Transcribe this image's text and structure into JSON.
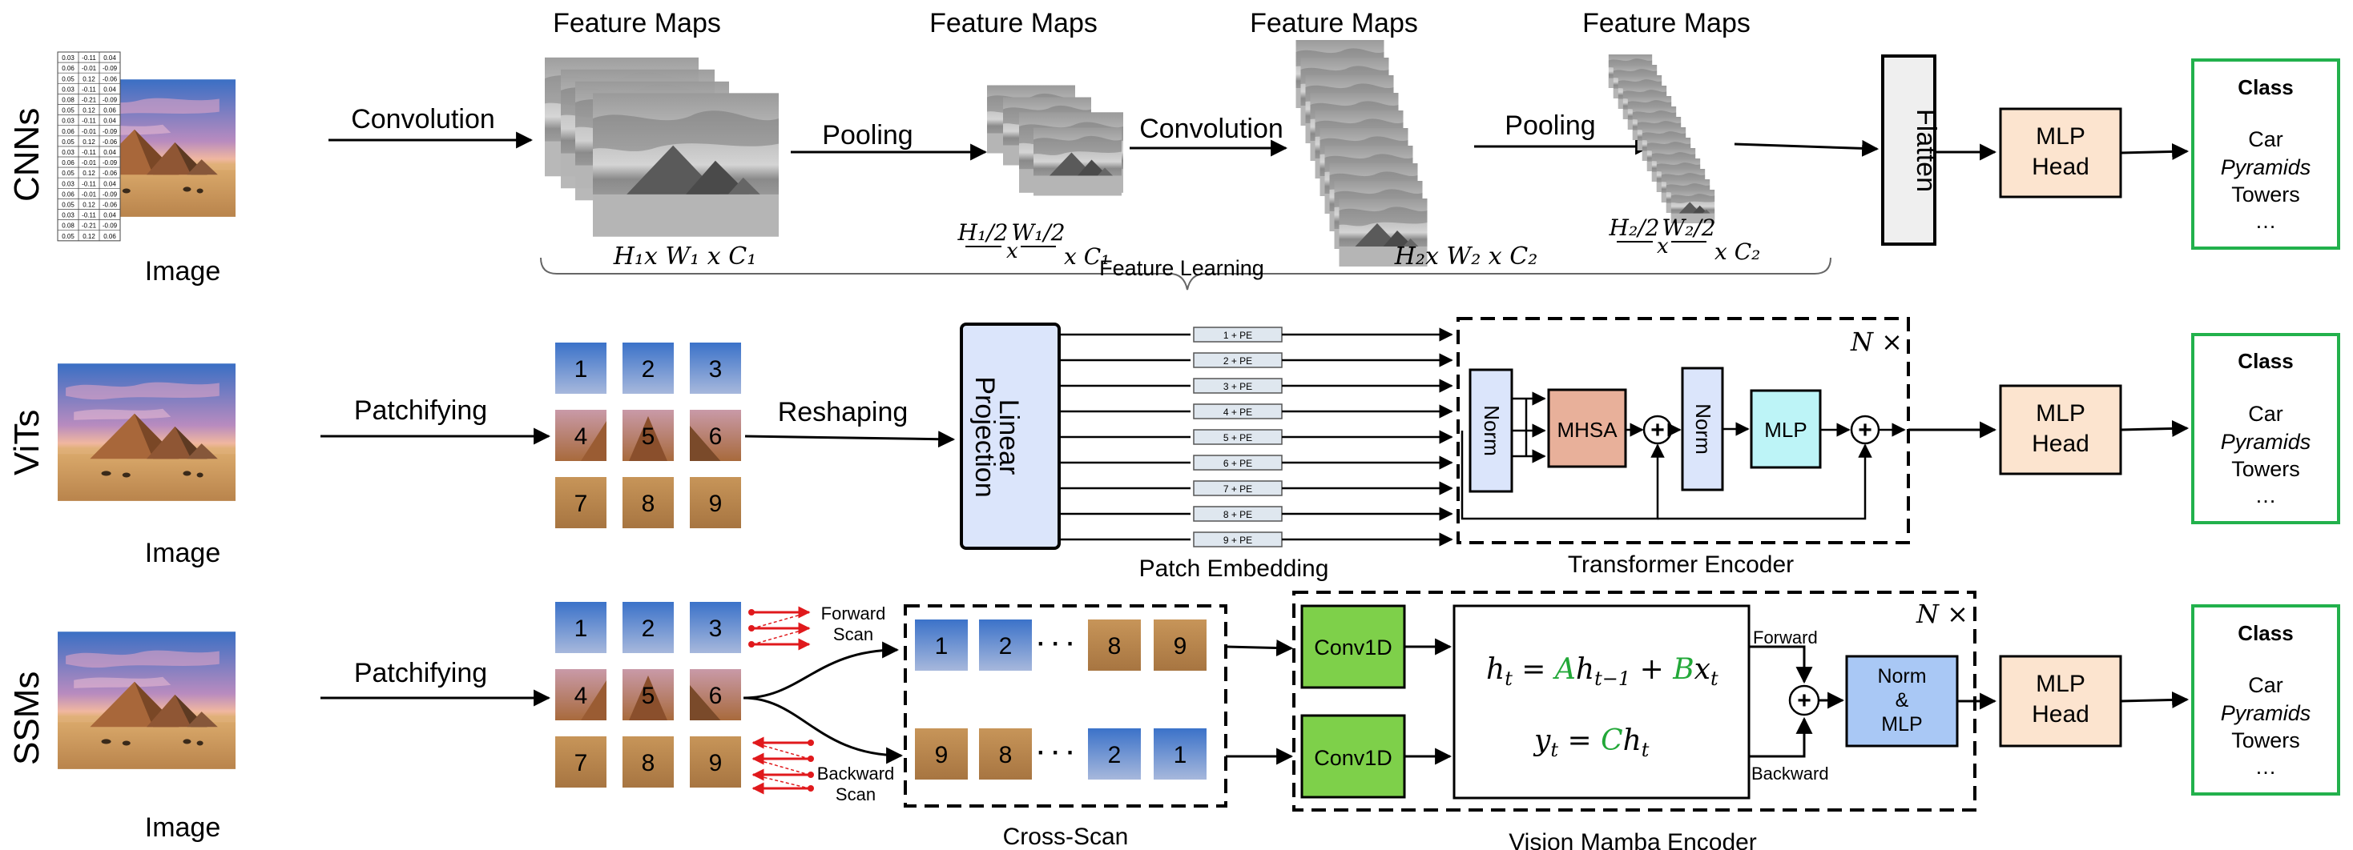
{
  "rows": {
    "cnn": "CNNs",
    "vit": "ViTs",
    "ssm": "SSMs"
  },
  "image_label": "Image",
  "cnn": {
    "convolution_1": "Convolution",
    "pooling_1": "Pooling",
    "convolution_2": "Convolution",
    "pooling_2": "Pooling",
    "feature_maps": "Feature Maps",
    "dim1": "H₁x W₁ x C₁",
    "dim2_left": "H₁/2",
    "dim2_mid": "W₁/2",
    "dim2_right": "x C₁",
    "dim3": "H₂x W₂ x C₂",
    "dim4_left": "H₂/2",
    "dim4_mid": "W₂/2",
    "dim4_right": "x C₂",
    "feature_learning": "Feature Learning",
    "flatten": "Flatten",
    "matrix_values": [
      "0.03",
      "-0.11",
      "0.04",
      "0.06",
      "-0.01",
      "-0.09",
      "0.05",
      "0.12",
      "-0.06",
      "0.03",
      "-0.11",
      "0.04",
      "0.08",
      "-0.21",
      "-0.09",
      "0.05",
      "0.12",
      "0.06",
      "0.03",
      "-0.11",
      "0.04",
      "0.06",
      "-0.01",
      "-0.09",
      "0.05",
      "0.12",
      "-0.06",
      "0.03",
      "-0.11",
      "0.04",
      "0.06",
      "-0.01",
      "-0.09",
      "0.05",
      "0.12",
      "-0.06"
    ]
  },
  "vit": {
    "patchifying": "Patchifying",
    "reshaping": "Reshaping",
    "linear_projection": "Linear Projection",
    "patch_embedding": "Patch Embedding",
    "pe_labels": [
      "1 + PE",
      "2 + PE",
      "3 + PE",
      "4 + PE",
      "5 + PE",
      "6 + PE",
      "7 + PE",
      "8 + PE",
      "9 + PE"
    ],
    "norm": "Norm",
    "mhsa": "MHSA",
    "mlp": "MLP",
    "n_times": "N ×",
    "transformer_encoder": "Transformer Encoder"
  },
  "ssm": {
    "patchifying": "Patchifying",
    "forward_scan": [
      "Forward",
      "Scan"
    ],
    "backward_scan": [
      "Backward",
      "Scan"
    ],
    "cross_scan": "Cross-Scan",
    "forward_seq": [
      "1",
      "2",
      "· · ·",
      "8",
      "9"
    ],
    "backward_seq": [
      "9",
      "8",
      "· · ·",
      "2",
      "1"
    ],
    "conv1d": "Conv1D",
    "eq1": {
      "h": "h",
      "t": "t",
      "eq": " = ",
      "A": "A",
      "h2": "h",
      "tm1": "t−1",
      "plus": " + ",
      "B": "B",
      "x": "x",
      "t2": "t"
    },
    "eq2": {
      "y": "y",
      "t": "t",
      "eq": " = ",
      "C": "C",
      "h": "h",
      "t2": "t"
    },
    "forward": "Forward",
    "backward": "Backward",
    "norm_mlp": [
      "Norm",
      "&",
      "MLP"
    ],
    "n_times": "N ×",
    "encoder": "Vision Mamba Encoder"
  },
  "patch_numbers": [
    "1",
    "2",
    "3",
    "4",
    "5",
    "6",
    "7",
    "8",
    "9"
  ],
  "mlp_head": [
    "MLP",
    "Head"
  ],
  "class_box": {
    "title": "Class",
    "items": [
      "Car",
      "Pyramids",
      "Towers",
      "…"
    ]
  },
  "colors": {
    "mlp_head": "#fce4cf",
    "flatten": "#efefef",
    "linear_projection": "#dbe5fb",
    "norm": "#dbe5fb",
    "mhsa": "#e8b09a",
    "mlp": "#bdf4f7",
    "conv1d": "#7ed04a",
    "norm_mlp": "#a9c8f5",
    "class_border": "#22b14c",
    "equation_green": "#22a838",
    "scan_red": "#e0191c"
  }
}
